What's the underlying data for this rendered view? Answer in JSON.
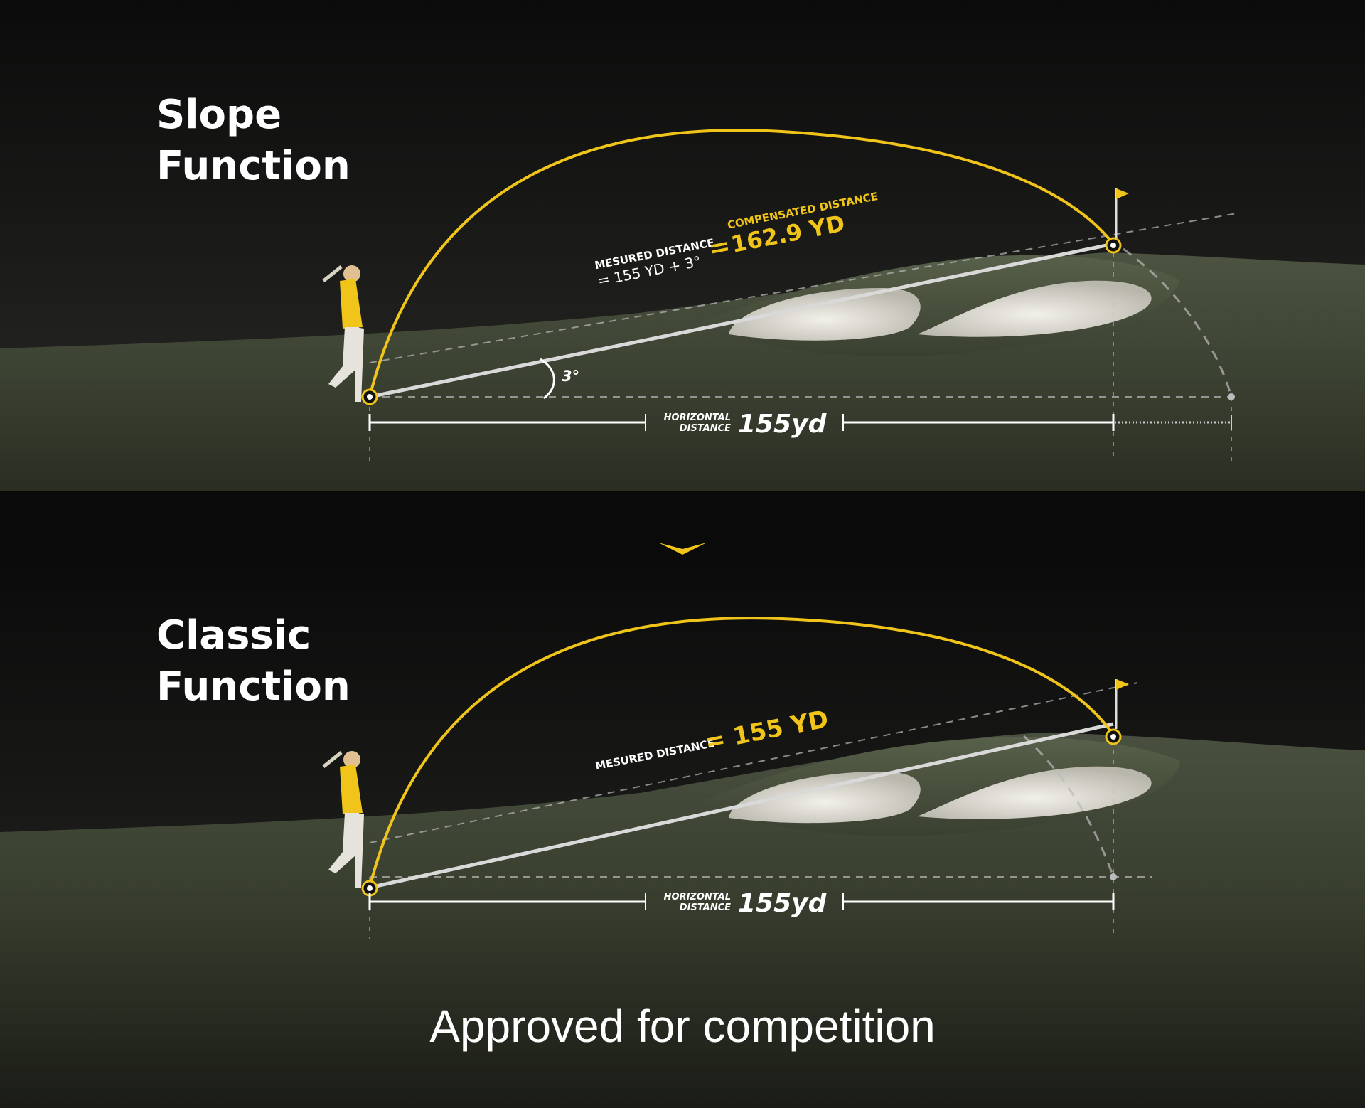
{
  "colors": {
    "accent": "#f0c419",
    "text": "#ffffff",
    "background": "#0a0a0a",
    "grass": "#3f4532",
    "sand": "#e4e1d8"
  },
  "slope_panel": {
    "title_line1": "Slope",
    "title_line2": "Function",
    "measured_label": "MESURED DISTANCE",
    "measured_value": "= 155 YD + 3°",
    "equals": "=",
    "compensated_label": "COMPENSATED DISTANCE",
    "compensated_value": "162.9 YD",
    "angle": "3°",
    "horizontal_label_line1": "HORIZONTAL",
    "horizontal_label_line2": "DISTANCE",
    "horizontal_value": "155yd"
  },
  "classic_panel": {
    "title_line1": "Classic",
    "title_line2": "Function",
    "measured_label": "MESURED DISTANCE",
    "measured_value": "= 155 YD",
    "horizontal_label_line1": "HORIZONTAL",
    "horizontal_label_line2": "DISTANCE",
    "horizontal_value": "155yd"
  },
  "divider_icon": "chevron-down-icon",
  "footer_text": "Approved for competition"
}
